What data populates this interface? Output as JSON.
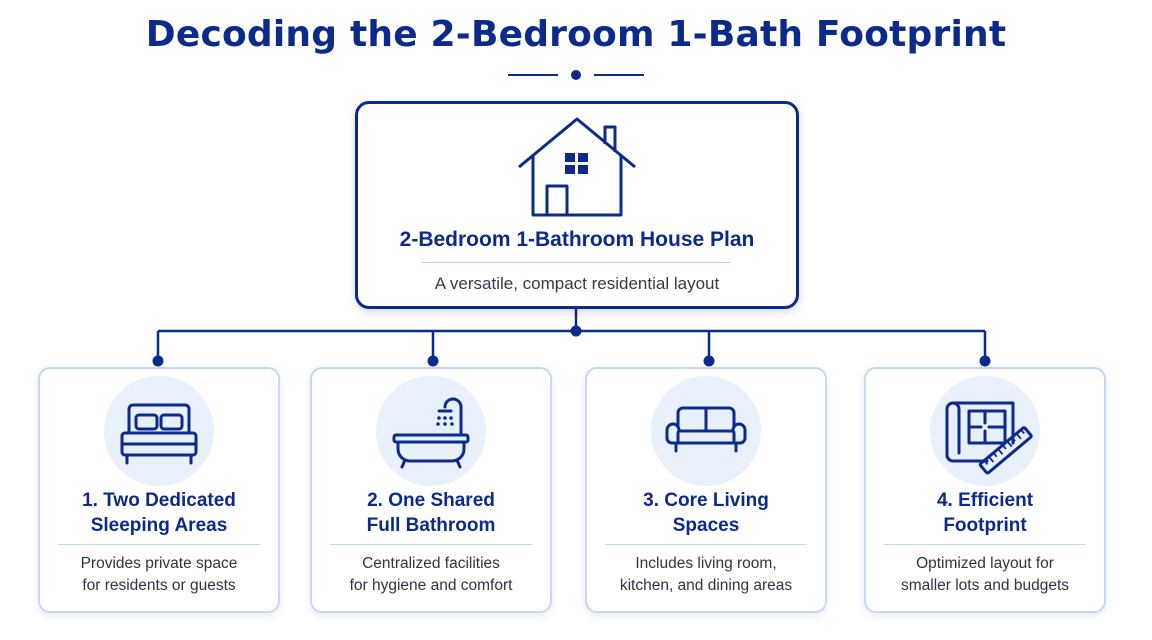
{
  "title": "Decoding the 2-Bedroom 1-Bath Footprint",
  "colors": {
    "primary": "#0b2a8c",
    "card_border": "#c9d7f2",
    "icon_circle": "#e8f0fc"
  },
  "main": {
    "icon": "house-icon",
    "title": "2-Bedroom 1-Bathroom House Plan",
    "subtitle": "A versatile, compact residential layout"
  },
  "cards": [
    {
      "icon": "bed-icon",
      "title_line1": "1. Two Dedicated",
      "title_line2": "Sleeping Areas",
      "desc_line1": "Provides private space",
      "desc_line2": "for residents or guests"
    },
    {
      "icon": "bathtub-icon",
      "title_line1": "2. One Shared",
      "title_line2": "Full Bathroom",
      "desc_line1": "Centralized facilities",
      "desc_line2": "for hygiene and comfort"
    },
    {
      "icon": "sofa-icon",
      "title_line1": "3. Core Living",
      "title_line2": "Spaces",
      "desc_line1": "Includes living room,",
      "desc_line2": "kitchen, and dining areas"
    },
    {
      "icon": "blueprint-ruler-icon",
      "title_line1": "4. Efficient",
      "title_line2": "Footprint",
      "desc_line1": "Optimized layout for",
      "desc_line2": "smaller lots and budgets"
    }
  ]
}
